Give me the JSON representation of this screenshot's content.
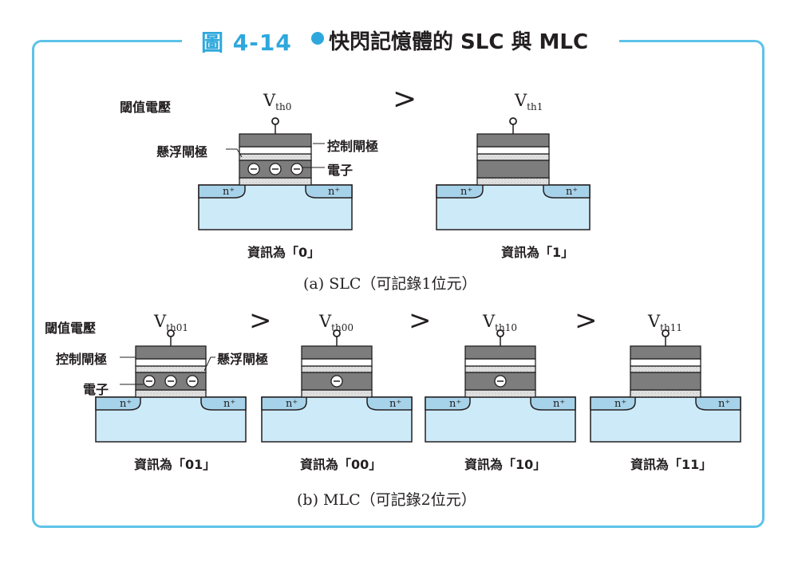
{
  "title": {
    "figure_number": "圖 4-14",
    "text": "快閃記憶體的 SLC 與 MLC"
  },
  "labels": {
    "threshold": "閾值電壓",
    "floating_gate": "懸浮閘極",
    "control_gate": "控制閘極",
    "electron": "電子",
    "n_plus": "n⁺",
    "gt": ">"
  },
  "slc": {
    "caption": "(a) SLC（可記錄1位元）",
    "cells": [
      {
        "vth": "V",
        "vth_sub": "th0",
        "info": "資訊為「0」",
        "electrons": 3
      },
      {
        "vth": "V",
        "vth_sub": "th1",
        "info": "資訊為「1」",
        "electrons": 0
      }
    ]
  },
  "mlc": {
    "caption": "(b) MLC（可記錄2位元）",
    "cells": [
      {
        "vth": "V",
        "vth_sub": "th01",
        "info": "資訊為「01」",
        "electrons": 3
      },
      {
        "vth": "V",
        "vth_sub": "th00",
        "info": "資訊為「00」",
        "electrons": 1
      },
      {
        "vth": "V",
        "vth_sub": "th10",
        "info": "資訊為「10」",
        "electrons": 1
      },
      {
        "vth": "V",
        "vth_sub": "th11",
        "info": "資訊為「11」",
        "electrons": 0
      }
    ]
  },
  "colors": {
    "frame": "#5cc3e8",
    "title_accent": "#2ea8dc",
    "substrate": "#cdeaf8",
    "n_region": "#a7d3ea",
    "gate_dark": "#7d7d7d",
    "oxide": "#e3e3e3"
  }
}
